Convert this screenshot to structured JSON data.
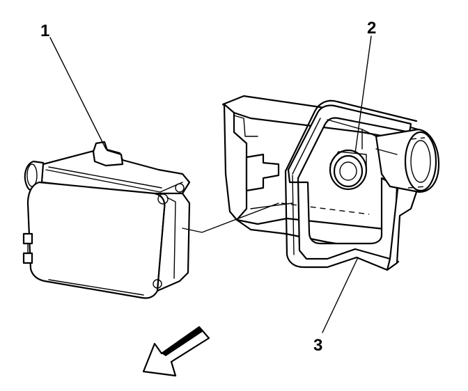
{
  "callouts": {
    "c1": "1",
    "c2": "2",
    "c3": "3"
  },
  "icons": {
    "direction_arrow": "arrow-down-left-icon"
  },
  "colors": {
    "line": "#000000",
    "background": "#ffffff"
  }
}
